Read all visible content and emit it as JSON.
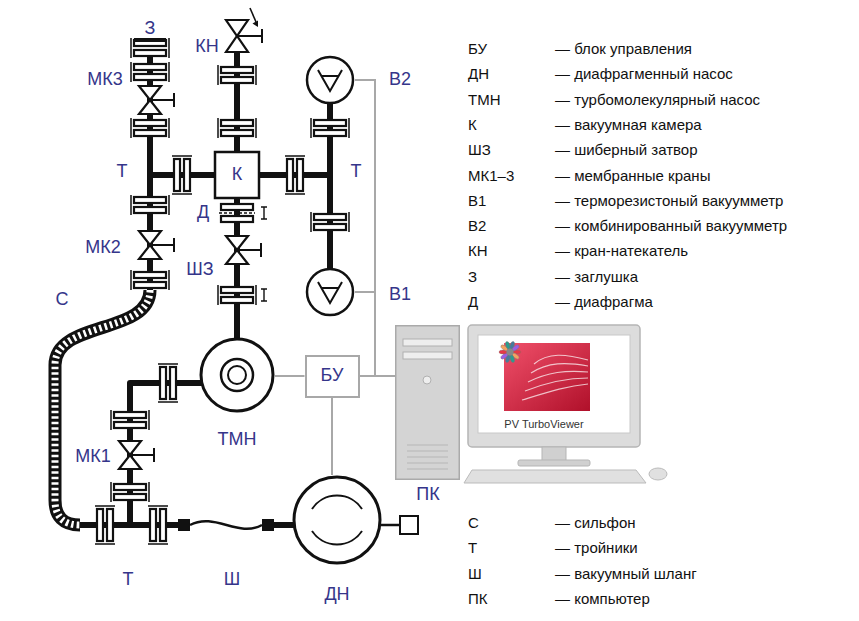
{
  "diagram": {
    "nodes": [
      {
        "text": [
          "В2"
        ]
      },
      {
        "text": [
          "В1"
        ]
      },
      {
        "text": [
          "ТМН"
        ]
      },
      {
        "text": [
          "БУ"
        ]
      },
      {
        "text": [
          "ПК"
        ]
      },
      {
        "text": [
          "ДН"
        ]
      }
    ],
    "edges": [
      {
        "from": 0,
        "to": 3,
        "arrow": "none"
      },
      {
        "from": 1,
        "to": 3,
        "arrow": "none"
      },
      {
        "from": 3,
        "to": 2,
        "arrow": "none"
      },
      {
        "from": 3,
        "to": 4,
        "arrow": "none"
      },
      {
        "from": 3,
        "to": 5,
        "arrow": "none"
      }
    ],
    "labels": [
      "З",
      "КН",
      "МК3",
      "Т",
      "К",
      "Т",
      "Д",
      "МК2",
      "ШЗ",
      "С",
      "МК1",
      "Т",
      "Ш",
      "PV TurboViewer",
      "БУ",
      "— блок управления",
      "ДН",
      "— диафрагменный насос",
      "ТМН",
      "— турбомолекулярный насос",
      "К",
      "— вакуумная камера",
      "ШЗ",
      "— шиберный затвор",
      "МК1–3",
      "— мембранные краны",
      "В1",
      "— терморезистоный вакуумметр",
      "В2",
      "— комбинированный вакуумметр",
      "КН",
      "— кран-натекатель",
      "З",
      "— заглушка",
      "Д",
      "— диафрагма",
      "С",
      "— сильфон",
      "Т",
      "— тройники",
      "Ш",
      "— вакуумный шланг",
      "ПК",
      "— компьютер"
    ]
  }
}
